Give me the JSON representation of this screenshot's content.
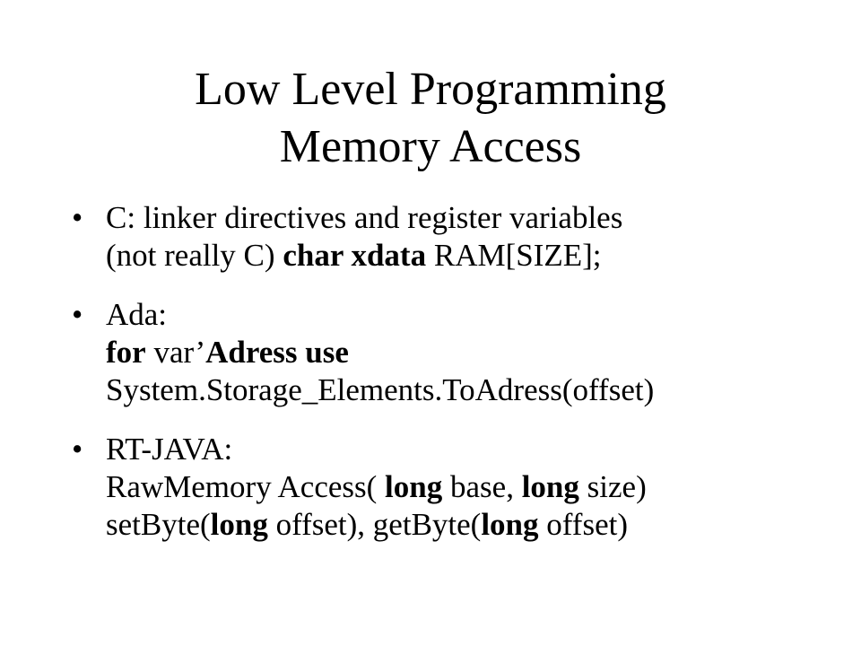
{
  "slide": {
    "title_line1": "Low Level Programming",
    "title_line2": "Memory Access",
    "bullet_char": "•",
    "bullets": [
      {
        "lines": [
          [
            {
              "t": "C: linker directives and register variables",
              "b": false
            }
          ],
          [
            {
              "t": "(not really C) ",
              "b": false
            },
            {
              "t": "char xdata",
              "b": true
            },
            {
              "t": " RAM[SIZE];",
              "b": false
            }
          ]
        ]
      },
      {
        "lines": [
          [
            {
              "t": "Ada:",
              "b": false
            }
          ],
          [
            {
              "t": "for",
              "b": true
            },
            {
              "t": " var’",
              "b": false
            },
            {
              "t": "Adress use",
              "b": true
            }
          ],
          [
            {
              "t": "System.Storage_Elements.ToAdress(offset)",
              "b": false
            }
          ]
        ]
      },
      {
        "lines": [
          [
            {
              "t": "RT-JAVA:",
              "b": false
            }
          ],
          [
            {
              "t": "RawMemory Access( ",
              "b": false
            },
            {
              "t": "long",
              "b": true
            },
            {
              "t": " base, ",
              "b": false
            },
            {
              "t": "long",
              "b": true
            },
            {
              "t": " size)",
              "b": false
            }
          ],
          [
            {
              "t": "setByte(",
              "b": false
            },
            {
              "t": "long",
              "b": true
            },
            {
              "t": " offset), getByte(",
              "b": false
            },
            {
              "t": "long",
              "b": true
            },
            {
              "t": " offset)",
              "b": false
            }
          ]
        ]
      }
    ]
  }
}
